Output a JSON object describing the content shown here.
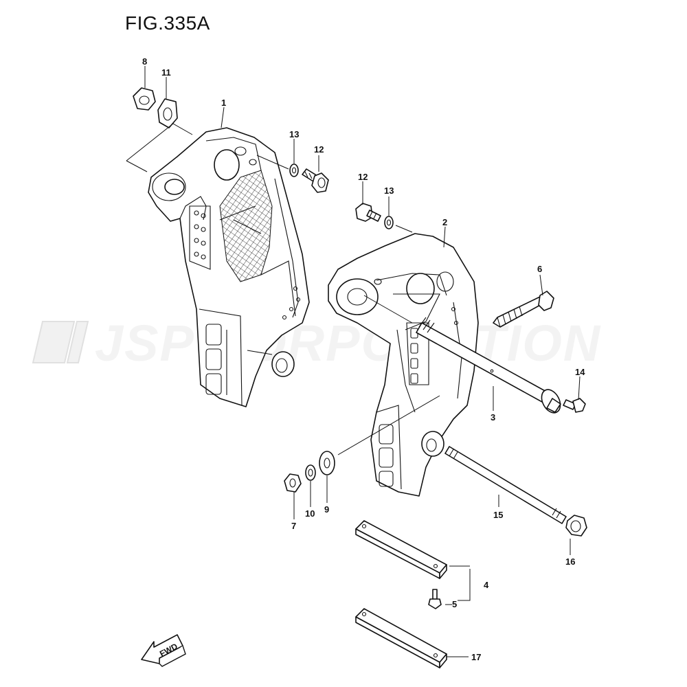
{
  "figure": {
    "title": "FIG.335A"
  },
  "watermark": {
    "text": "JSP CORPORATION"
  },
  "fwd_label": "FWD",
  "parts": [
    {
      "id": "p1",
      "label": "1",
      "name": "clamp-bracket-port"
    },
    {
      "id": "p2",
      "label": "2",
      "name": "clamp-bracket-starboard"
    },
    {
      "id": "p3",
      "label": "3",
      "name": "tilt-shaft"
    },
    {
      "id": "p4",
      "label": "4",
      "name": "plate-set"
    },
    {
      "id": "p5",
      "label": "5",
      "name": "bolt"
    },
    {
      "id": "p6",
      "label": "6",
      "name": "bolt"
    },
    {
      "id": "p7",
      "label": "7",
      "name": "nut"
    },
    {
      "id": "p8",
      "label": "8",
      "name": "nut"
    },
    {
      "id": "p9",
      "label": "9",
      "name": "washer"
    },
    {
      "id": "p10",
      "label": "10",
      "name": "washer"
    },
    {
      "id": "p11",
      "label": "11",
      "name": "washer"
    },
    {
      "id": "p12a",
      "label": "12",
      "name": "bolt"
    },
    {
      "id": "p12b",
      "label": "12",
      "name": "bolt"
    },
    {
      "id": "p13a",
      "label": "13",
      "name": "washer"
    },
    {
      "id": "p13b",
      "label": "13",
      "name": "washer"
    },
    {
      "id": "p14",
      "label": "14",
      "name": "bolt"
    },
    {
      "id": "p15",
      "label": "15",
      "name": "through-bolt"
    },
    {
      "id": "p16",
      "label": "16",
      "name": "nut"
    },
    {
      "id": "p17",
      "label": "17",
      "name": "plate"
    }
  ]
}
